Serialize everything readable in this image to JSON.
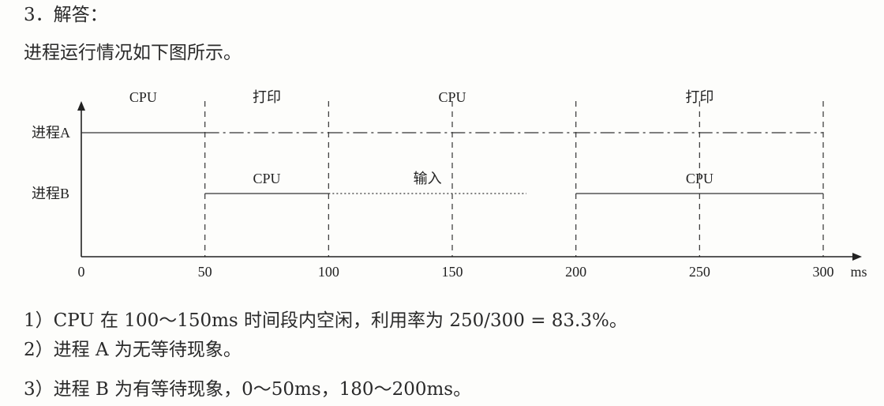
{
  "heading": "3．解答：",
  "intro": "进程运行情况如下图所示。",
  "diagram": {
    "time_unit": "ms",
    "ticks": [
      "0",
      "50",
      "100",
      "150",
      "200",
      "250",
      "300"
    ],
    "process_labels": {
      "a": "进程A",
      "b": "进程B"
    },
    "process_a_segments": [
      {
        "label": "CPU",
        "start": 0,
        "end": 50,
        "style": "dash-dot"
      },
      {
        "label": "打印",
        "start": 50,
        "end": 100,
        "style": "dash-dot"
      },
      {
        "label": "CPU",
        "start": 100,
        "end": 200,
        "style": "dash-dot"
      },
      {
        "label": "打印",
        "start": 200,
        "end": 300,
        "style": "dash-dot"
      }
    ],
    "process_b_segments": [
      {
        "label": "CPU",
        "start": 50,
        "end": 100,
        "style": "solid"
      },
      {
        "label": "输入",
        "start": 100,
        "end": 180,
        "style": "dotted"
      },
      {
        "label": "CPU",
        "start": 200,
        "end": 300,
        "style": "solid"
      }
    ]
  },
  "answers": [
    "1）CPU 在 100～150ms 时间段内空闲，利用率为 250/300 = 83.3%。",
    "2）进程 A 为无等待现象。",
    "3）进程 B 为有等待现象，0～50ms，180～200ms。"
  ]
}
